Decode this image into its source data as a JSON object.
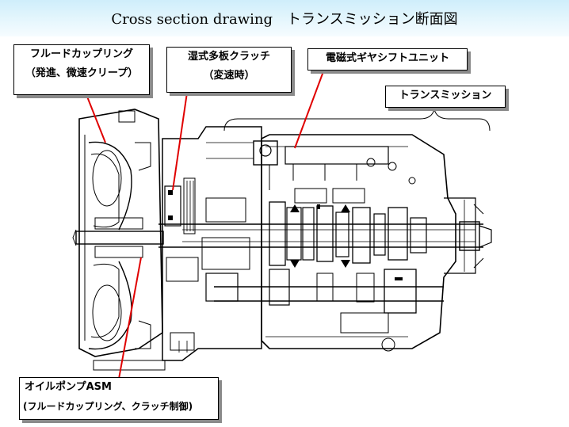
{
  "slide": {
    "title": "Cross section drawing　トランスミッション断面図"
  },
  "callouts": {
    "fluid_coupling": {
      "line1": "フルードカップリング",
      "line2": "（発進、微速クリープ）"
    },
    "wet_multiplate_clutch": {
      "line1": "湿式多板クラッチ",
      "line2": "（変速時）"
    },
    "em_gear_shift_unit": {
      "line1": "電磁式ギヤシフトユニット"
    },
    "transmission": {
      "line1": "トランスミッション"
    },
    "oil_pump": {
      "line1": "オイルポンプASM",
      "line2": "(フルードカップリング、クラッチ制御)"
    }
  },
  "colors": {
    "title_bg": "#cfeefb",
    "leader_line": "#e00000",
    "drawing_ink": "#000000"
  }
}
